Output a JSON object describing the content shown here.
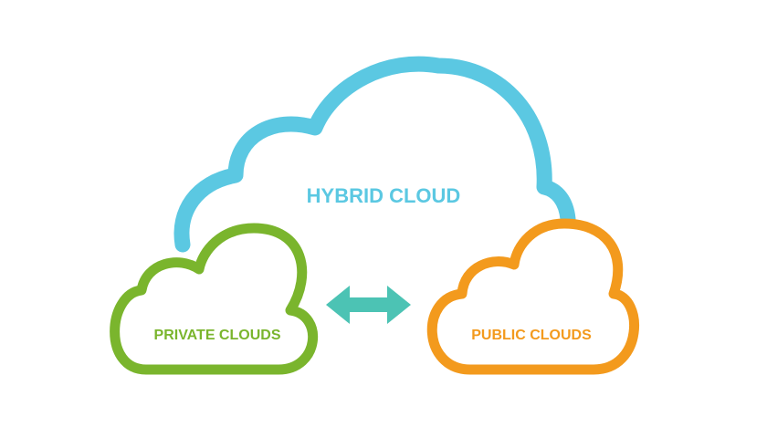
{
  "diagram": {
    "hybrid": {
      "label": "HYBRID CLOUD",
      "color": "#5bc8e2"
    },
    "private": {
      "label": "PRIVATE CLOUDS",
      "color": "#7ab52d"
    },
    "public": {
      "label": "PUBLIC CLOUDS",
      "color": "#f39a1d"
    },
    "connector": {
      "icon": "double-arrow-icon",
      "color": "#4cc3b4"
    }
  }
}
